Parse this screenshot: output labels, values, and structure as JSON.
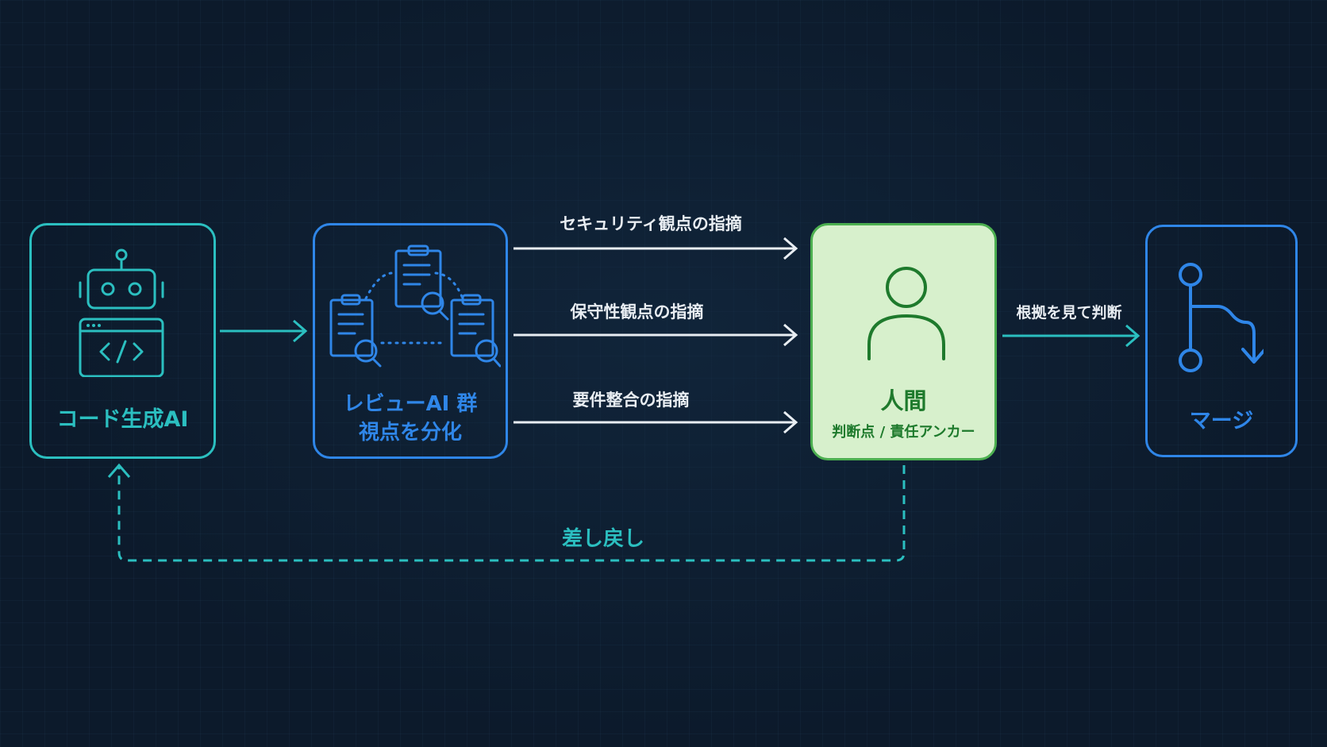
{
  "nodes": {
    "codegen": {
      "label": "コード生成AI",
      "icon": "robot-code-icon",
      "color": "#2bbfc0"
    },
    "review": {
      "line1": "レビューAI 群",
      "line2": "視点を分化",
      "icon": "clipboard-search-icon",
      "color": "#2f86e8"
    },
    "human": {
      "label": "人間",
      "sub": "判断点 / 責任アンカー",
      "icon": "person-icon",
      "color": "#4caf50",
      "fill": "#d7f0cc"
    },
    "merge": {
      "label": "マージ",
      "icon": "git-merge-icon",
      "color": "#2f86e8"
    }
  },
  "edges": {
    "security": "セキュリティ観点の指摘",
    "maintainability": "保守性観点の指摘",
    "requirements": "要件整合の指摘",
    "judge": "根拠を見て判断",
    "return": "差し戻し"
  },
  "colors": {
    "background": "#0c1a2b",
    "teal": "#2bbfc0",
    "blue": "#2f86e8",
    "green": "#4caf50",
    "white": "#e8edf2"
  }
}
